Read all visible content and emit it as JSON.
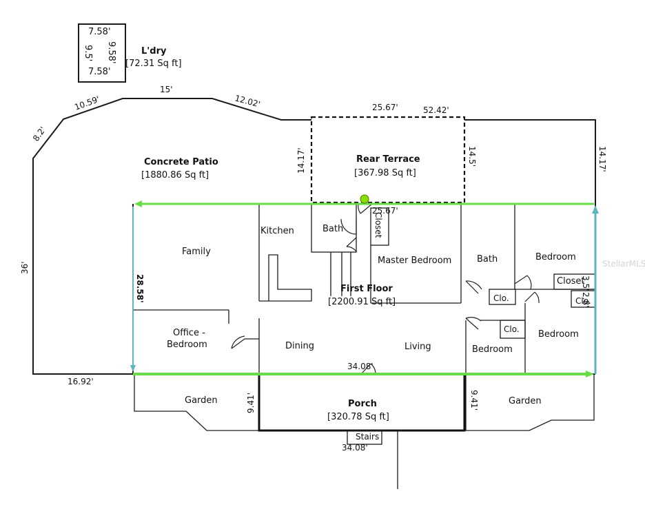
{
  "laundry": {
    "title": "L'dry",
    "area": "[72.31 Sq ft]",
    "dim_top": "7.58'",
    "dim_bottom": "7.58'",
    "dim_left": "9.5'",
    "dim_right": "9.58'"
  },
  "patio": {
    "title": "Concrete Patio",
    "area": "[1880.86 Sq ft]"
  },
  "terrace": {
    "title": "Rear Terrace",
    "area": "[367.98 Sq ft]"
  },
  "first_floor": {
    "title": "First Floor",
    "area": "[2200.91 Sq ft]"
  },
  "porch": {
    "title": "Porch",
    "area": "[320.78 Sq ft]"
  },
  "rooms": {
    "family": "Family",
    "kitchen": "Kitchen",
    "bath_center": "Bath",
    "closet_center": "Closet",
    "master": "Master Bedroom",
    "bath_right": "Bath",
    "bedroom_top_right": "Bedroom",
    "closet_right": "Closet",
    "clo_a": "Clo.",
    "clo_b": "Clo.",
    "clo_c": "Clo.",
    "office": "Office -\nBedroom",
    "office_line1": "Office -",
    "office_line2": "Bedroom",
    "dining": "Dining",
    "living": "Living",
    "bedroom_small": "Bedroom",
    "bedroom_right": "Bedroom",
    "garden_left": "Garden",
    "garden_right": "Garden",
    "stairs": "Stairs"
  },
  "dims": {
    "d1059": "10.59'",
    "d15": "15'",
    "d1202": "12.02'",
    "d82": "8.2'",
    "d2567_top": "25.67'",
    "d5242": "52.42'",
    "d1417_left": "14.17'",
    "d145": "14.5'",
    "d1417_right": "14.17'",
    "d36": "36'",
    "d2858": "28.58'",
    "d2567_mid": "25.67'",
    "d1692": "16.92'",
    "d3408_mid": "34.08'",
    "d941_left": "9.41'",
    "d941_right": "9.41'",
    "d3408_bottom": "34.08'",
    "d35": "3.5'",
    "d28": "2.8'"
  },
  "watermark": "StellarMLS",
  "colors": {
    "green": "#66dd44",
    "teal": "#5bb5c0",
    "wall": "#1a1a1a"
  }
}
